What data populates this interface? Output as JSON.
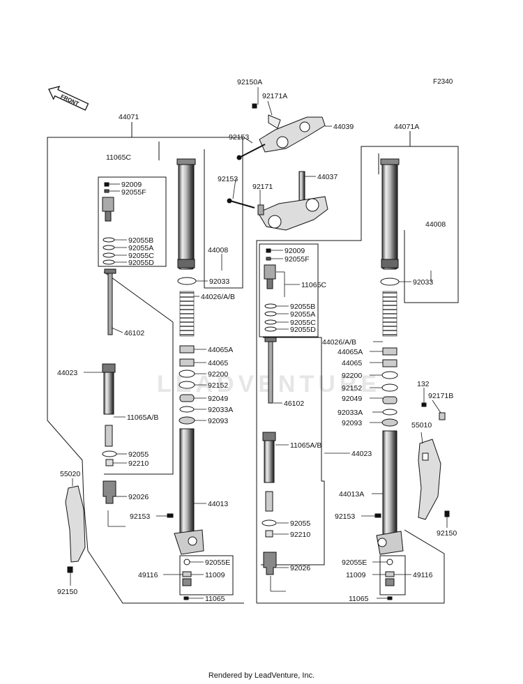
{
  "figure_code": "F2340",
  "watermark": "LEADVENTURE",
  "footer": "Rendered by LeadVenture, Inc.",
  "front_arrow": "FRONT",
  "parts": {
    "p92150A": "92150A",
    "p92171A": "92171A",
    "p44039": "44039",
    "p92153a": "92153",
    "p92153b": "92153",
    "p92171": "92171",
    "p44037": "44037",
    "p44071": "44071",
    "p44071A": "44071A",
    "L_11065C": "11065C",
    "L_92009": "92009",
    "L_92055F": "92055F",
    "L_92055B": "92055B",
    "L_92055A": "92055A",
    "L_92055C": "92055C",
    "L_92055D": "92055D",
    "L_44008": "44008",
    "L_92033": "92033",
    "L_44026": "44026/A/B",
    "L_46102": "46102",
    "L_44065A": "44065A",
    "L_44065": "44065",
    "L_92200": "92200",
    "L_92152": "92152",
    "L_92049": "92049",
    "L_92033A": "92033A",
    "L_92093": "92093",
    "L_44023": "44023",
    "L_11065AB": "11065A/B",
    "L_92055": "92055",
    "L_92210": "92210",
    "L_55020": "55020",
    "L_92026": "92026",
    "L_44013": "44013",
    "L_92153": "92153",
    "L_92055E": "92055E",
    "L_49116": "49116",
    "L_11009": "11009",
    "L_11065": "11065",
    "L_92150": "92150",
    "R_92009": "92009",
    "R_92055F": "92055F",
    "R_11065C": "11065C",
    "R_92055B": "92055B",
    "R_92055A": "92055A",
    "R_92055C": "92055C",
    "R_92055D": "92055D",
    "R_44008": "44008",
    "R_92033": "92033",
    "R_44026": "44026/A/B",
    "R_44065A": "44065A",
    "R_44065": "44065",
    "R_92200": "92200",
    "R_92152": "92152",
    "R_92049": "92049",
    "R_92033A": "92033A",
    "R_92093": "92093",
    "R_46102": "46102",
    "R_11065AB": "11065A/B",
    "R_44023": "44023",
    "R_44013A": "44013A",
    "R_92153": "92153",
    "R_92055": "92055",
    "R_92210": "92210",
    "R_92026": "92026",
    "R_92055E": "92055E",
    "R_11009": "11009",
    "R_49116": "49116",
    "R_11065": "11065",
    "R_132": "132",
    "R_92171B": "92171B",
    "R_55010": "55010",
    "R_92150": "92150"
  }
}
